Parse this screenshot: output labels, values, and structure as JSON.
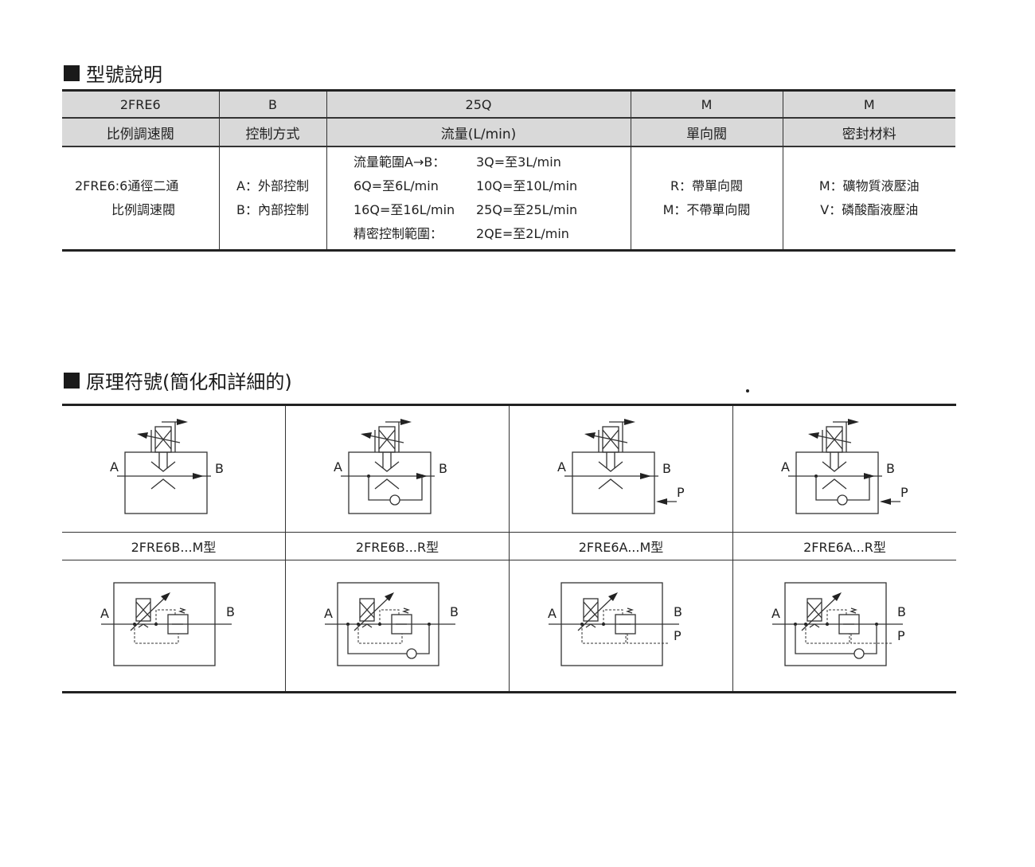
{
  "section1": {
    "title": "型號說明"
  },
  "model_table": {
    "codes": [
      "2FRE6",
      "B",
      "25Q",
      "M",
      "M"
    ],
    "headers": [
      "比例調速閥",
      "控制方式",
      "流量(L/min)",
      "單向閥",
      "密封材料"
    ],
    "col1": [
      "2FRE6:6通徑二通",
      "比例調速閥"
    ],
    "col2": [
      "A：外部控制",
      "B：內部控制"
    ],
    "col3": [
      "流量範圍A→B：",
      "3Q=至3L/min",
      "6Q=至6L/min",
      "10Q=至10L/min",
      "16Q=至16L/min",
      "25Q=至25L/min",
      "精密控制範圍：",
      "2QE=至2L/min"
    ],
    "col4": [
      "R：帶單向閥",
      "M：不帶單向閥"
    ],
    "col5": [
      "M：礦物質液壓油",
      "V：磷酸酯液壓油"
    ]
  },
  "section2": {
    "title": "原理符號(簡化和詳細的)"
  },
  "symbols": [
    {
      "label": "2FRE6B...M型",
      "variant": "BM"
    },
    {
      "label": "2FRE6B...R型",
      "variant": "BR"
    },
    {
      "label": "2FRE6A...M型",
      "variant": "AM"
    },
    {
      "label": "2FRE6A...R型",
      "variant": "AR"
    }
  ],
  "ports": {
    "a": "A",
    "b": "B",
    "p": "P"
  }
}
